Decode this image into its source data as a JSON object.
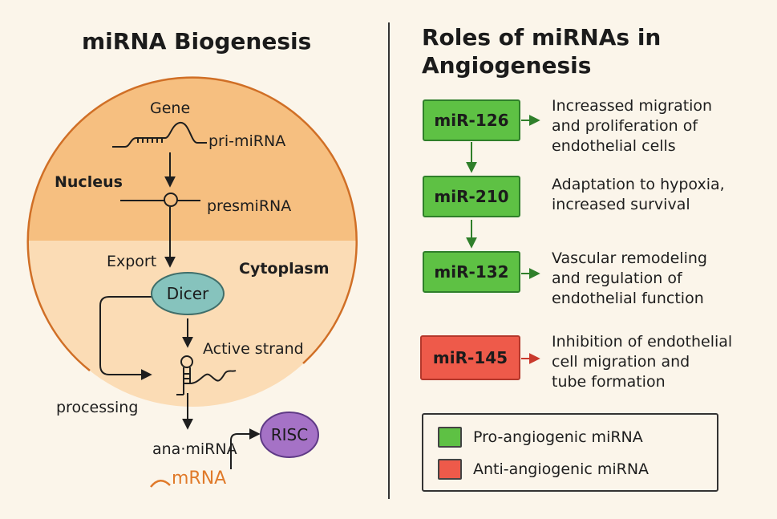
{
  "left_panel": {
    "title": "miRNA Biogenesis",
    "labels": {
      "gene": "Gene",
      "pri_mirna": "pri-miRNA",
      "nucleus": "Nucleus",
      "pre_mirna": "presmiRNA",
      "export": "Export",
      "cytoplasm": "Cytoplasm",
      "dicer": "Dicer",
      "active_strand": "Active strand",
      "processing": "processing",
      "mature_mirna": "ana·miRNA",
      "risc": "RISC",
      "mrna": "mRNA"
    }
  },
  "right_panel": {
    "title_line1": "Roles of miRNAs in",
    "title_line2": "Angiogenesis",
    "items": [
      {
        "name": "miR-126",
        "type": "pro",
        "desc": [
          "Increassed migration",
          "and proliferation of",
          "endothelial cells"
        ]
      },
      {
        "name": "miR-210",
        "type": "pro",
        "desc": [
          "Adaptation to hypoxia,",
          "increased survival"
        ]
      },
      {
        "name": "miR-132",
        "type": "pro",
        "desc": [
          "Vascular remodeling",
          "and regulation of",
          "endothelial function"
        ]
      },
      {
        "name": "miR-145",
        "type": "anti",
        "desc": [
          "Inhibition of endothelial",
          "cell migration and",
          "tube formation"
        ]
      }
    ],
    "legend": {
      "pro_label": "Pro-angiogenic miRNA",
      "anti_label": "Anti-angiogenic miRNA"
    }
  },
  "colors": {
    "nucleus_fill": "#f6bf80",
    "cytoplasm_fill": "#fbdcb5",
    "cell_outline": "#d06f26",
    "dicer_fill": "#86c3bd",
    "risc_fill": "#a572c6",
    "mrna_color": "#e07a2a",
    "pro_fill": "#5ec144",
    "anti_fill": "#ee5a4a",
    "pro_arrow": "#2f7f2a",
    "anti_arrow": "#c9392c",
    "background": "#fbf5ea"
  }
}
